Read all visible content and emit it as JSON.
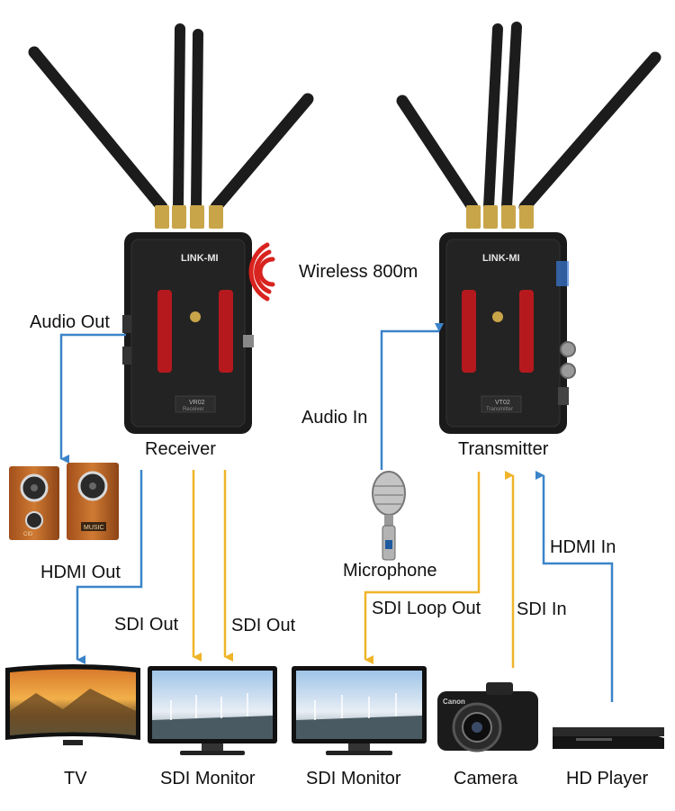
{
  "receiver": {
    "caption": "Receiver",
    "brand": "LINK-MI",
    "model": "VR02",
    "sub": "Receiver"
  },
  "transmitter": {
    "caption": "Transmitter",
    "brand": "LINK-MI",
    "model": "VT02",
    "sub": "Transmitter"
  },
  "wireless": {
    "label": "Wireless 800m"
  },
  "connections": {
    "audio_out": "Audio Out",
    "audio_in": "Audio In",
    "hdmi_out": "HDMI Out",
    "hdmi_in": "HDMI In",
    "sdi_out_1": "SDI Out",
    "sdi_out_2": "SDI Out",
    "sdi_loop_out": "SDI Loop Out",
    "sdi_in": "SDI In"
  },
  "devices": {
    "microphone": "Microphone",
    "tv": "TV",
    "sdi_monitor_1": "SDI Monitor",
    "sdi_monitor_2": "SDI Monitor",
    "camera": "Camera",
    "hd_player": "HD Player"
  },
  "speaker_text": {
    "left": "CID",
    "right": "MUSIC"
  },
  "colors": {
    "audio_hdmi_line": "#3b84c9",
    "sdi_line": "#f0b429",
    "wireless": "#d8231f",
    "device_body": "#1a1a1a",
    "grip": "#b5191e"
  }
}
